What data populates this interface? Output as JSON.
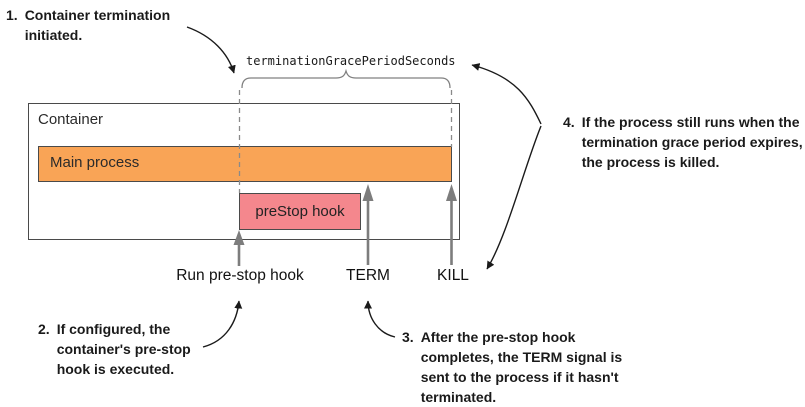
{
  "labels": {
    "grace_period": "terminationGracePeriodSeconds",
    "container": "Container",
    "main_process": "Main process",
    "prestop_hook": "preStop hook",
    "run_prestop": "Run pre-stop hook",
    "term": "TERM",
    "kill": "KILL"
  },
  "annotations": [
    {
      "num": "1.",
      "text": "Container termination\ninitiated."
    },
    {
      "num": "2.",
      "text": "If configured, the\ncontainer's pre-stop\nhook is executed."
    },
    {
      "num": "3.",
      "text": "After the pre-stop hook\ncompletes, the TERM signal is\nsent to the process if it hasn't\nterminated."
    },
    {
      "num": "4.",
      "text": "If the process still runs when the\ntermination grace period expires,\nthe process is killed."
    }
  ],
  "colors": {
    "main_process_fill": "#F9A456",
    "prestop_fill": "#F4878D",
    "arrow_gray": "#7D7D7D",
    "annotation_text": "#1A1A1A"
  }
}
